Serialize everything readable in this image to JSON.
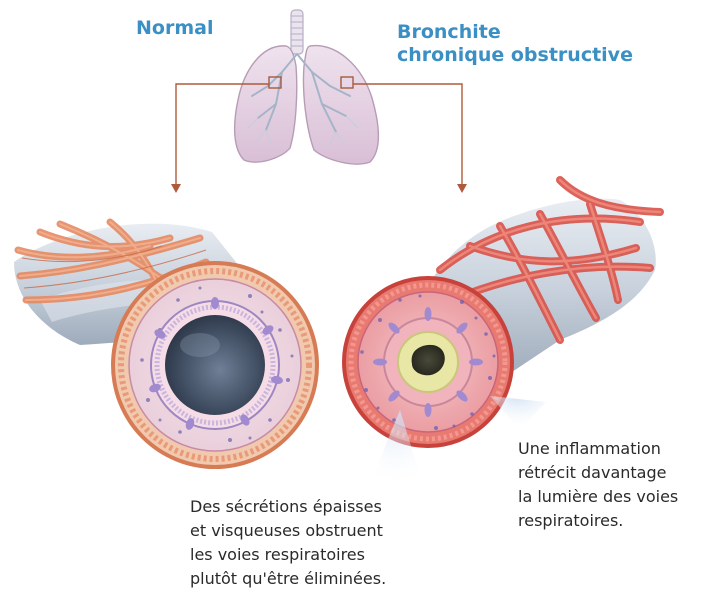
{
  "labels": {
    "normal": "Normal",
    "bpco_line1": "Bronchite",
    "bpco_line2": "chronique obstructive"
  },
  "captions": {
    "secretions": [
      "Des sécrétions épaisses",
      "et visqueuses obstruent",
      "les voies respiratoires",
      "plutôt qu'être éliminées."
    ],
    "inflammation": [
      "Une inflammation",
      "rétrécit davantage",
      "la lumière des voies",
      "respiratoires."
    ]
  },
  "colors": {
    "title": "#3a8fc4",
    "caption": "#2a2a2a",
    "lung": "#e6d3e3",
    "muscle": "#e58a63",
    "muscle_inflamed": "#d9534a",
    "connector": "#b05a3a",
    "mucus": "#e8e7a6"
  }
}
